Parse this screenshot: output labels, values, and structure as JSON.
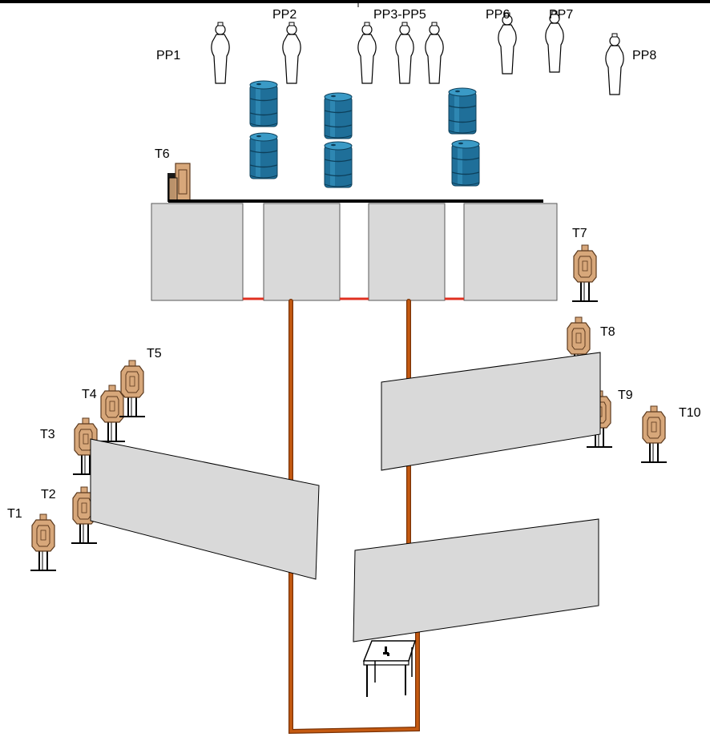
{
  "labels": {
    "pp1": "PP1",
    "pp2": "PP2",
    "pp3_pp5": "PP3-PP5",
    "pp6": "PP6",
    "pp7": "PP7",
    "pp8": "PP8",
    "t1": "T1",
    "t2": "T2",
    "t3": "T3",
    "t4": "T4",
    "t5": "T5",
    "t6": "T6",
    "t7": "T7",
    "t8": "T8",
    "t9": "T9",
    "t10": "T10"
  },
  "colors": {
    "wall_fill": "#d9d9d9",
    "wall_stroke": "#595959",
    "fault_line": "#c55a11",
    "barrel": "#1f6f99",
    "barrel_light": "#3a9ac6",
    "target": "#d7a77a",
    "target_stroke": "#5c3a1e",
    "no_shoot": "#ffffff",
    "opening_red": "#e03020"
  },
  "icons": {
    "popper": "steel-popper-icon",
    "barrel": "oil-barrel-icon",
    "paper_target": "paper-target-icon",
    "table": "start-table-icon",
    "pistol": "pistol-icon"
  }
}
